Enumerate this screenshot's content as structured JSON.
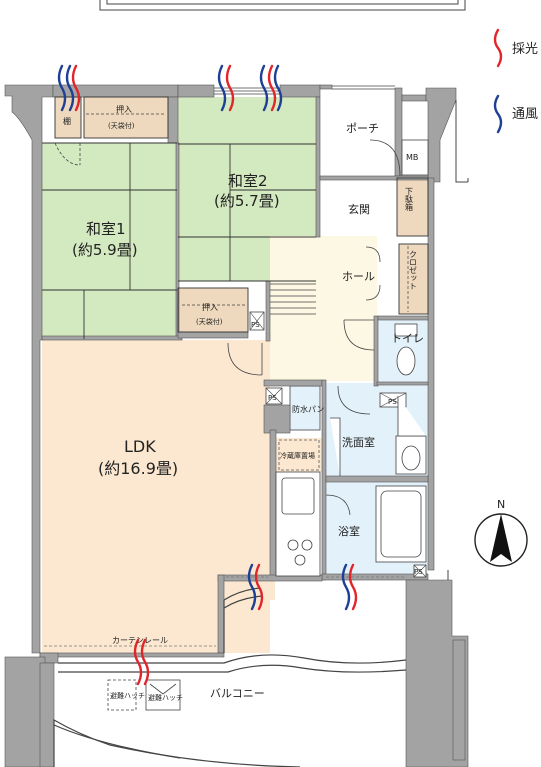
{
  "legend": {
    "lighting": "採光",
    "ventilation": "通風",
    "lighting_color": "#e0262b",
    "ventilation_color": "#1f3f95"
  },
  "rooms": {
    "washitsu1_name": "和室1",
    "washitsu1_size": "(約5.9畳)",
    "washitsu2_name": "和室2",
    "washitsu2_size": "(約5.7畳)",
    "ldk_name": "LDK",
    "ldk_size": "(約16.9畳)",
    "oshiire": "押入",
    "tenbukuro": "(天袋付)",
    "oshiire2": "押入",
    "tenbukuro2": "(天袋付)",
    "tana": "棚",
    "porch": "ポーチ",
    "mb": "MB",
    "genkan": "玄関",
    "getabako": "下駄箱",
    "hall": "ホール",
    "closet": "クロゼット",
    "toilet": "トイレ",
    "ps": "PS",
    "bousui_pan": "防水パン",
    "senmenshitsu": "洗面室",
    "reizouko": "冷蔵庫置場",
    "yokushitsu": "浴室",
    "balcony": "バルコニー",
    "curtain_rail": "カーテンレール",
    "hinan_hatch": "避難ハッチ",
    "north": "N"
  },
  "colors": {
    "tatami": "#d3e9c0",
    "ldk": "#fce8d1",
    "hall": "#fdf8e3",
    "storage": "#eed9be",
    "wet": "#e2f1fa",
    "wall": "#a3a3a3"
  }
}
